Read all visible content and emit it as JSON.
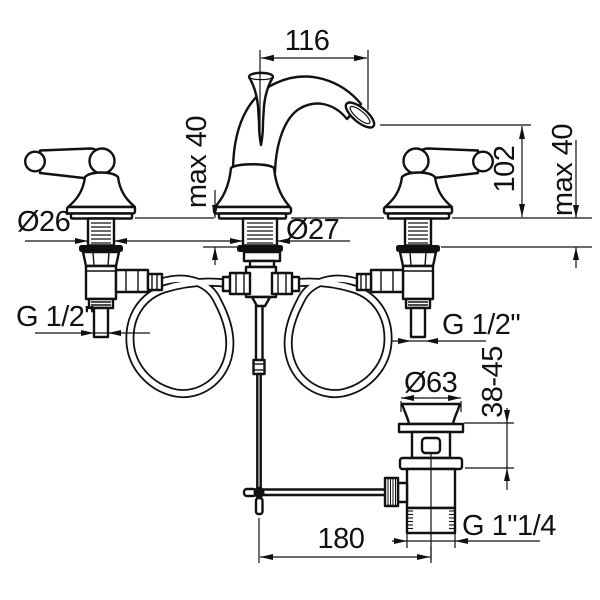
{
  "diagram": {
    "type": "technical-drawing",
    "subject": "three-hole basin mixer faucet with lever handles, flexible hoses and pop-up waste",
    "colors": {
      "line": "#111111",
      "background": "#ffffff"
    },
    "dimensions": {
      "spout_reach": {
        "label": "116",
        "meaning": "spout reach, mm"
      },
      "spout_height": {
        "label": "102",
        "meaning": "spout outlet height above deck, mm"
      },
      "max_deck_left": {
        "label": "max 40",
        "meaning": "max deck thickness at valves, mm"
      },
      "max_deck_right": {
        "label": "max 40",
        "meaning": "max deck thickness, mm"
      },
      "handle_base_dia": {
        "label": "Ø26",
        "meaning": "handle shank hole diameter, mm"
      },
      "spout_base_dia": {
        "label": "Ø27",
        "meaning": "spout shank hole diameter, mm"
      },
      "inlet_thread_left": {
        "label": "G 1/2\"",
        "meaning": "left inlet thread"
      },
      "inlet_thread_right": {
        "label": "G 1/2\"",
        "meaning": "right inlet thread"
      },
      "waste_top_dia": {
        "label": "Ø63",
        "meaning": "waste flange diameter, mm"
      },
      "waste_clamp_range": {
        "label": "38-45",
        "meaning": "waste clamping range, mm"
      },
      "waste_offset": {
        "label": "180",
        "meaning": "horizontal rod length, mm"
      },
      "waste_thread": {
        "label": "G 1\"1/4",
        "meaning": "waste outlet thread"
      }
    }
  }
}
